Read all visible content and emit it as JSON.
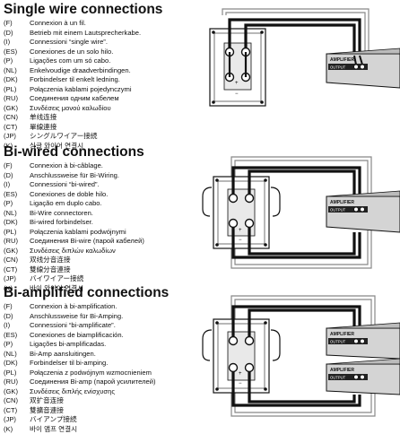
{
  "sections": [
    {
      "title": "Single wire connections",
      "lines": [
        {
          "code": "(F)",
          "text": "Connexion à un fil."
        },
        {
          "code": "(D)",
          "text": "Betrieb mit einem Lautsprecherkabe."
        },
        {
          "code": "(I)",
          "text": "Connessioni “single wire”."
        },
        {
          "code": "(ES)",
          "text": "Conexiones de un solo hilo."
        },
        {
          "code": "(P)",
          "text": "Ligações com um só cabo."
        },
        {
          "code": "(NL)",
          "text": "Enkelvoudige draadverbindingen."
        },
        {
          "code": "(DK)",
          "text": "Forbindelser til enkelt ledning."
        },
        {
          "code": "(PL)",
          "text": "Połączenia kablami pojedynczymi"
        },
        {
          "code": "(RU)",
          "text": "Соединения одним кабелем"
        },
        {
          "code": "(GK)",
          "text": "Συνδέσεις μονού καλωδίου"
        },
        {
          "code": "(CN)",
          "text": "单线连接"
        },
        {
          "code": "(CT)",
          "text": "單線連接"
        },
        {
          "code": "(JP)",
          "text": "シングルワイアー接続"
        },
        {
          "code": "(K)",
          "text": "싱글 와이어 연결시"
        }
      ]
    },
    {
      "title": "Bi-wired connections",
      "lines": [
        {
          "code": "(F)",
          "text": "Connexion à bi-câblage."
        },
        {
          "code": "(D)",
          "text": "Anschlussweise für Bi-Wiring."
        },
        {
          "code": "(I)",
          "text": "Connessioni “bi-wired”."
        },
        {
          "code": "(ES)",
          "text": "Conexiones de doble hilo."
        },
        {
          "code": "(P)",
          "text": "Ligação em duplo cabo."
        },
        {
          "code": "(NL)",
          "text": "Bi-Wire connectoren."
        },
        {
          "code": "(DK)",
          "text": "Bi-wired forbindelser."
        },
        {
          "code": "(PL)",
          "text": "Połączenia kablami podwójnymi"
        },
        {
          "code": "(RU)",
          "text": "Соединения Bi-wire (парой кабелей)"
        },
        {
          "code": "(GK)",
          "text": "Συνδέσεις διπλών καλωδίων"
        },
        {
          "code": "(CN)",
          "text": "双线分音连接"
        },
        {
          "code": "(CT)",
          "text": "雙線分音連接"
        },
        {
          "code": "(JP)",
          "text": "バイワイアー接続"
        },
        {
          "code": "(K)",
          "text": "바이 와이어 연결시"
        }
      ]
    },
    {
      "title": "Bi-amplified connections",
      "lines": [
        {
          "code": "(F)",
          "text": "Connexion à bi-amplification."
        },
        {
          "code": "(D)",
          "text": "Anschlussweise für Bi-Amping."
        },
        {
          "code": "(I)",
          "text": "Connessioni “bi-amplificate”."
        },
        {
          "code": "(ES)",
          "text": "Conexiones de biamplificación."
        },
        {
          "code": "(P)",
          "text": "Ligações bi-amplificadas."
        },
        {
          "code": "(NL)",
          "text": "Bi-Amp aansluitingen."
        },
        {
          "code": "(DK)",
          "text": "Forbindelser til bi-amping."
        },
        {
          "code": "(PL)",
          "text": "Połączenia z podwójnym wzmocnieniem"
        },
        {
          "code": "(RU)",
          "text": "Соединения Bi-amp (парой усилителей)"
        },
        {
          "code": "(GK)",
          "text": "Συνδέσεις διπλής ενίσχυσης"
        },
        {
          "code": "(CN)",
          "text": "双扩音连接"
        },
        {
          "code": "(CT)",
          "text": "雙擴音連接"
        },
        {
          "code": "(JP)",
          "text": "バイアンプ接続"
        },
        {
          "code": "(K)",
          "text": "바이 앰프 연결시"
        }
      ]
    }
  ],
  "diagram_labels": {
    "amplifier": "AMPLIFIER",
    "output": "OUTPUT",
    "plus": "+",
    "minus": "−"
  }
}
